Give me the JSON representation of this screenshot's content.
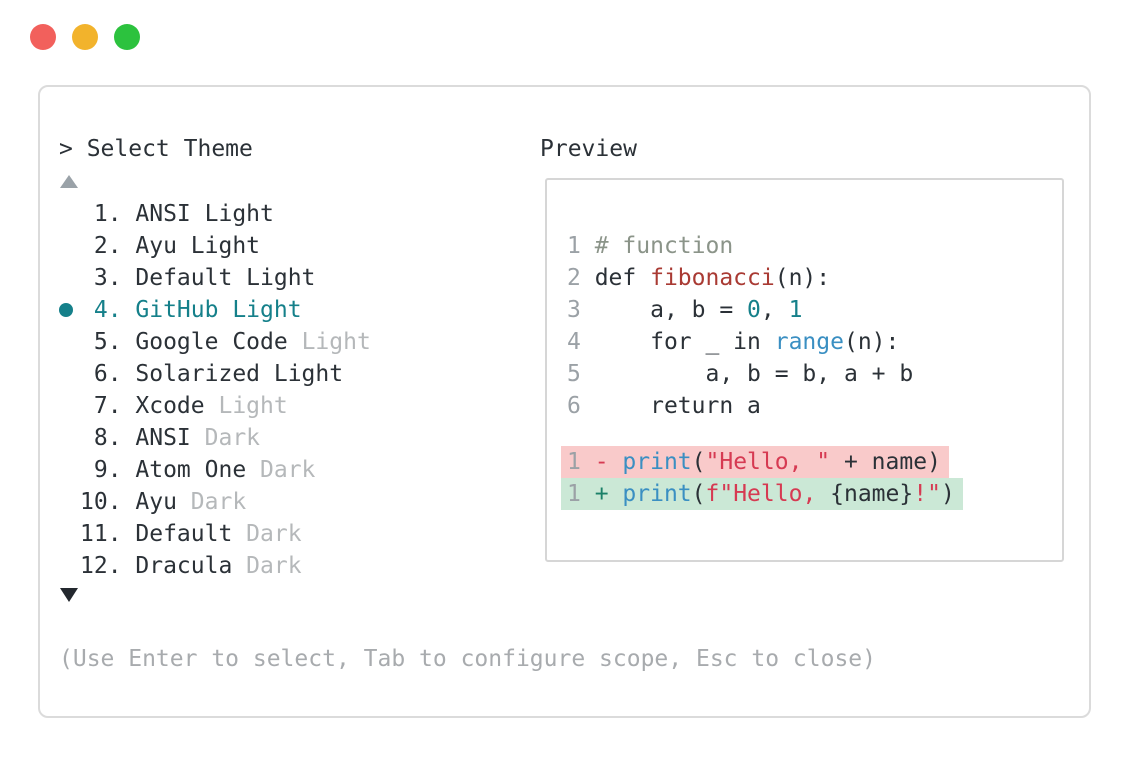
{
  "colors": {
    "accent_teal": "#15808a",
    "traffic_red": "#f2605c",
    "traffic_yellow": "#f2b32c",
    "traffic_green": "#2cc23e",
    "diff_del_bg": "#f9caca",
    "diff_add_bg": "#cbe8d6",
    "string_red": "#d63a52",
    "func_red": "#a93a33",
    "blue": "#3a8fc2",
    "comment": "#8b9489",
    "plus_green": "#1b8068",
    "text_dark": "#2b3137",
    "dim_gray": "#b5b8ba",
    "linenum_gray": "#9ba1a6"
  },
  "selector": {
    "prompt": "> Select Theme",
    "hint": "(Use Enter to select, Tab to configure scope, Esc to close)",
    "items": [
      {
        "num": "1",
        "name": "ANSI Light",
        "suffix": "",
        "selected": false
      },
      {
        "num": "2",
        "name": "Ayu Light",
        "suffix": "",
        "selected": false
      },
      {
        "num": "3",
        "name": "Default Light",
        "suffix": "",
        "selected": false
      },
      {
        "num": "4",
        "name": "GitHub Light",
        "suffix": "",
        "selected": true
      },
      {
        "num": "5",
        "name": "Google Code",
        "suffix": "Light",
        "selected": false
      },
      {
        "num": "6",
        "name": "Solarized Light",
        "suffix": "",
        "selected": false
      },
      {
        "num": "7",
        "name": "Xcode",
        "suffix": "Light",
        "selected": false
      },
      {
        "num": "8",
        "name": "ANSI",
        "suffix": "Dark",
        "selected": false
      },
      {
        "num": "9",
        "name": "Atom One",
        "suffix": "Dark",
        "selected": false
      },
      {
        "num": "10",
        "name": "Ayu",
        "suffix": "Dark",
        "selected": false
      },
      {
        "num": "11",
        "name": "Default",
        "suffix": "Dark",
        "selected": false
      },
      {
        "num": "12",
        "name": "Dracula",
        "suffix": "Dark",
        "selected": false
      }
    ]
  },
  "preview": {
    "title": "Preview",
    "code_lines": [
      {
        "num": "1",
        "segments": [
          {
            "t": "# function",
            "c": "comment"
          }
        ]
      },
      {
        "num": "2",
        "segments": [
          {
            "t": "def ",
            "c": "text"
          },
          {
            "t": "fibonacci",
            "c": "func"
          },
          {
            "t": "(n):",
            "c": "text"
          }
        ]
      },
      {
        "num": "3",
        "segments": [
          {
            "t": "    a, b = ",
            "c": "text"
          },
          {
            "t": "0",
            "c": "num"
          },
          {
            "t": ", ",
            "c": "text"
          },
          {
            "t": "1",
            "c": "num"
          }
        ]
      },
      {
        "num": "4",
        "segments": [
          {
            "t": "    for _ in ",
            "c": "text"
          },
          {
            "t": "range",
            "c": "blue"
          },
          {
            "t": "(n):",
            "c": "text"
          }
        ]
      },
      {
        "num": "5",
        "segments": [
          {
            "t": "        a, b = b, a + b",
            "c": "text"
          }
        ]
      },
      {
        "num": "6",
        "segments": [
          {
            "t": "    return a",
            "c": "text"
          }
        ]
      }
    ],
    "diff_lines": [
      {
        "num": "1",
        "kind": "del",
        "segments": [
          {
            "t": "- ",
            "c": "string"
          },
          {
            "t": "print",
            "c": "blue"
          },
          {
            "t": "(",
            "c": "text"
          },
          {
            "t": "\"Hello, \"",
            "c": "string"
          },
          {
            "t": " + name)",
            "c": "text"
          }
        ]
      },
      {
        "num": "1",
        "kind": "add",
        "segments": [
          {
            "t": "+ ",
            "c": "plus"
          },
          {
            "t": "print",
            "c": "blue"
          },
          {
            "t": "(",
            "c": "text"
          },
          {
            "t": "f\"Hello, ",
            "c": "string"
          },
          {
            "t": "{name}",
            "c": "text"
          },
          {
            "t": "!\"",
            "c": "string"
          },
          {
            "t": ")",
            "c": "text"
          }
        ]
      }
    ]
  }
}
